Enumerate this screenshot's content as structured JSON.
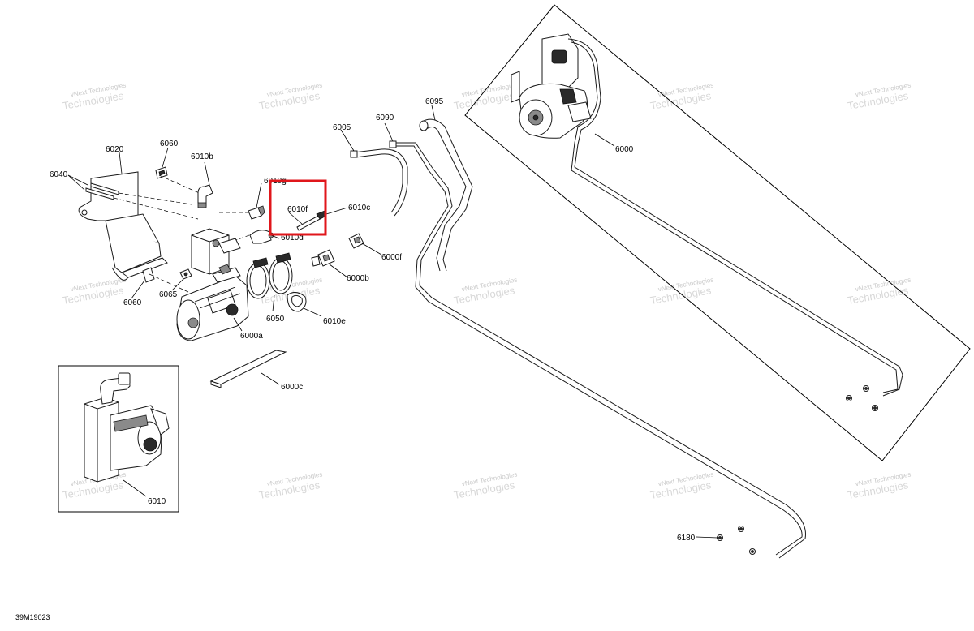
{
  "document_id": "39M19023",
  "watermark": {
    "line1": "vNext Technologies",
    "line2": "Technologies",
    "line3": "vNext"
  },
  "highlight_color": "#e0161b",
  "labels": {
    "p6000": "6000",
    "p6000a": "6000a",
    "p6000b": "6000b",
    "p6000c": "6000c",
    "p6000f": "6000f",
    "p6005": "6005",
    "p6010": "6010",
    "p6010b": "6010b",
    "p6010c": "6010c",
    "p6010d": "6010d",
    "p6010e": "6010e",
    "p6010f": "6010f",
    "p6010g": "6010g",
    "p6020": "6020",
    "p6040": "6040",
    "p6050": "6050",
    "p6060_top": "6060",
    "p6060_bottom": "6060",
    "p6065": "6065",
    "p6090": "6090",
    "p6095": "6095",
    "p6180": "6180"
  }
}
